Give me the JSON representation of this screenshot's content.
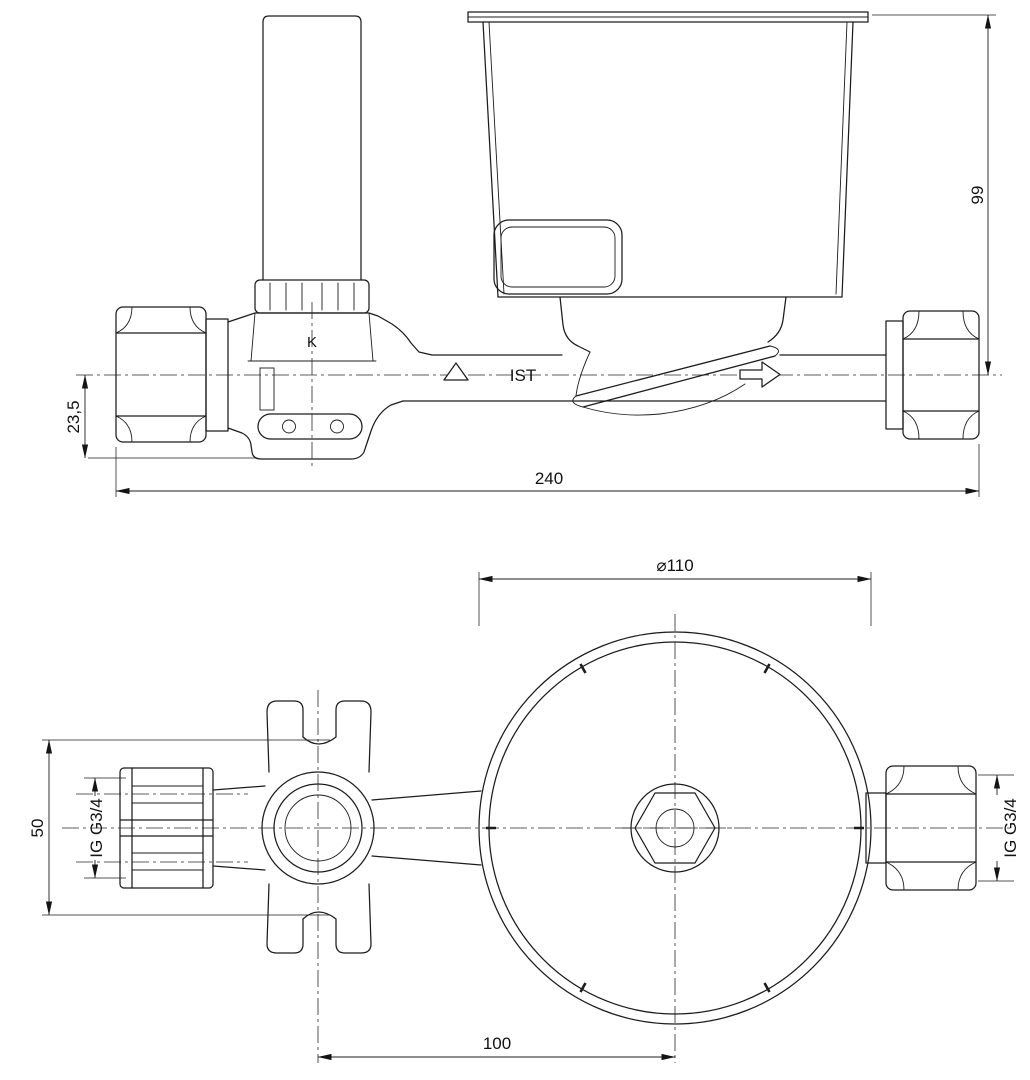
{
  "page": {
    "background_color": "#ffffff",
    "line_color": "#1a1a1a",
    "drawing_type": "technical-drawing-valve-body"
  },
  "top_view": {
    "label_k": "K",
    "label_ist": "IST",
    "dim_height_right": "99",
    "dim_offset_left": "23,5",
    "dim_total_length": "240"
  },
  "bottom_view": {
    "dim_diameter": "⌀110",
    "dim_height_left": "50",
    "label_thread_left": "IG G3/4",
    "label_thread_right": "IG G3/4",
    "dim_center_distance": "100"
  }
}
